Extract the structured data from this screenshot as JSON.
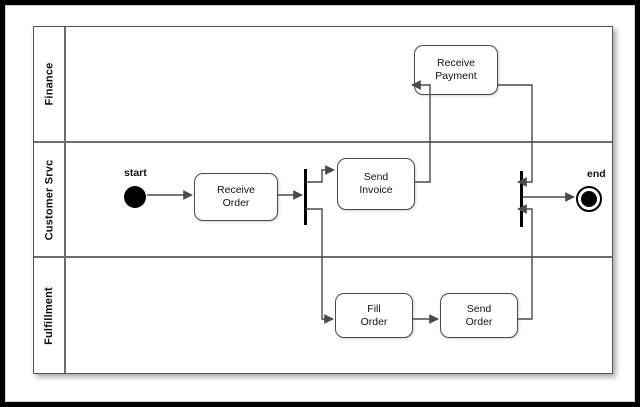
{
  "diagram": {
    "type": "uml-activity-swimlane",
    "title": "",
    "background_color": "#ffffff",
    "frame_color": "#000000",
    "lane_border_color": "#6d6d6d",
    "node_color": "#000000",
    "connector_color": "#4a4a4a",
    "lanes": [
      {
        "id": "finance",
        "label": "Finance"
      },
      {
        "id": "customer",
        "label": "Customer Srvc"
      },
      {
        "id": "fulfill",
        "label": "Fulfillment"
      }
    ],
    "nodes": {
      "start": {
        "label": "start",
        "type": "initial-node",
        "lane": "customer"
      },
      "end": {
        "label": "end",
        "type": "final-node",
        "lane": "customer"
      },
      "fork": {
        "label": "",
        "type": "fork-bar",
        "lane": "customer"
      },
      "join": {
        "label": "",
        "type": "join-bar",
        "lane": "customer"
      }
    },
    "activities": [
      {
        "id": "receive-order",
        "line1": "Receive",
        "line2": "Order",
        "lane": "customer"
      },
      {
        "id": "send-invoice",
        "line1": "Send",
        "line2": "Invoice",
        "lane": "customer"
      },
      {
        "id": "receive-payment",
        "line1": "Receive",
        "line2": "Payment",
        "lane": "finance"
      },
      {
        "id": "fill-order",
        "line1": "Fill",
        "line2": "Order",
        "lane": "fulfill"
      },
      {
        "id": "send-order",
        "line1": "Send",
        "line2": "Order",
        "lane": "fulfill"
      }
    ],
    "flows": [
      {
        "from": "start",
        "to": "receive-order"
      },
      {
        "from": "receive-order",
        "to": "fork"
      },
      {
        "from": "fork",
        "to": "send-invoice"
      },
      {
        "from": "fork",
        "to": "fill-order"
      },
      {
        "from": "send-invoice",
        "to": "receive-payment"
      },
      {
        "from": "receive-payment",
        "to": "join"
      },
      {
        "from": "fill-order",
        "to": "send-order"
      },
      {
        "from": "send-order",
        "to": "join"
      },
      {
        "from": "join",
        "to": "end"
      }
    ]
  }
}
